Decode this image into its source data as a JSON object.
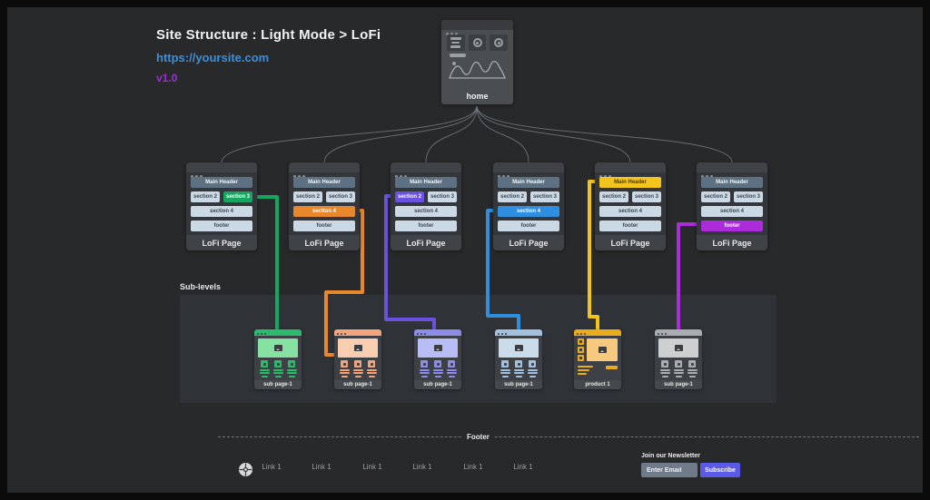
{
  "header": {
    "title": "Site Structure : Light Mode > LoFi",
    "url": "https://yoursite.com",
    "version": "v1.0"
  },
  "home": {
    "label": "home"
  },
  "section_labels": {
    "main_header": "Main Header",
    "section2": "section 2",
    "section3": "section 3",
    "section4": "section 4",
    "footer": "footer"
  },
  "pages": [
    {
      "label": "LoFi Page",
      "highlighted_section": "section 3",
      "highlight_color": "#17A661"
    },
    {
      "label": "LoFi Page",
      "highlighted_section": "section 4",
      "highlight_color": "#E8872B"
    },
    {
      "label": "LoFi Page",
      "highlighted_section": "section 2",
      "highlight_color": "#6A51E0"
    },
    {
      "label": "LoFi Page",
      "highlighted_section": "section 4",
      "highlight_color": "#2E8EE0"
    },
    {
      "label": "LoFi Page",
      "highlighted_section": "Main Header",
      "highlight_color": "#F3C41D"
    },
    {
      "label": "LoFi Page",
      "highlighted_section": "footer",
      "highlight_color": "#AC2BDB"
    }
  ],
  "sublevels": {
    "title": "Sub-levels",
    "cards": [
      {
        "label": "sub page-1",
        "theme_color": "#2CBA6D"
      },
      {
        "label": "sub page-1",
        "theme_color": "#F2A47C"
      },
      {
        "label": "sub page-1",
        "theme_color": "#8D8DE8"
      },
      {
        "label": "sub page-1",
        "theme_color": "#A3C0DC"
      },
      {
        "label": "product 1",
        "theme_color": "#E9AC1C"
      },
      {
        "label": "sub page-1",
        "theme_color": "#A9ADB1"
      }
    ]
  },
  "footer": {
    "label": "Footer",
    "links": [
      "Link 1",
      "Link 1",
      "Link 1",
      "Link 1",
      "Link 1",
      "Link 1"
    ],
    "newsletter": {
      "title": "Join our Newsletter",
      "email_placeholder": "Enter Email",
      "subscribe_label": "Subscribe"
    }
  },
  "colors": {
    "background": "#28292B",
    "frame": "#0B0B0B",
    "url_link": "#3E8FD9",
    "version": "#9A30CF",
    "subscribe_button": "#5A5AE6"
  }
}
